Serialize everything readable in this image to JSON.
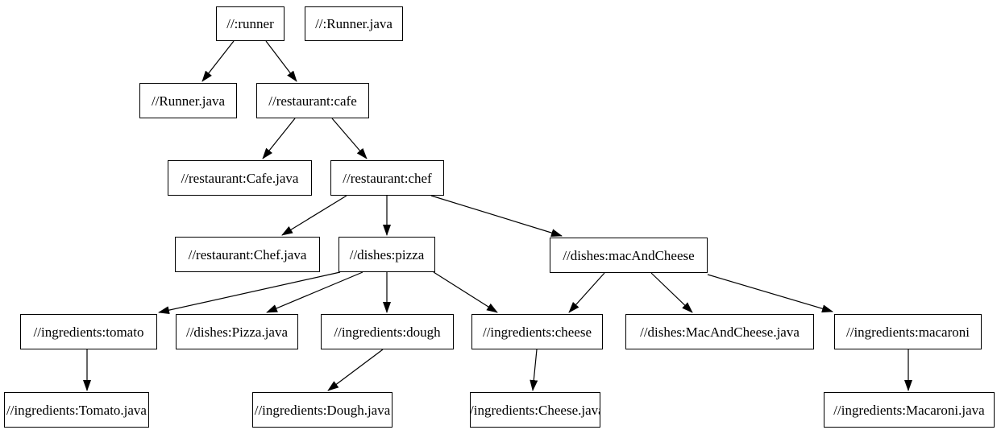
{
  "diagram": {
    "kind": "build-dependency-graph",
    "background_color": "#ffffff",
    "node_border_color": "#000000",
    "node_fill_color": "#ffffff",
    "text_color": "#000000",
    "edge_color": "#000000",
    "nodes": [
      {
        "id": "runner",
        "label": "//:runner"
      },
      {
        "id": "runner-java-target",
        "label": "//:Runner.java"
      },
      {
        "id": "runner-java-file",
        "label": "//Runner.java"
      },
      {
        "id": "cafe",
        "label": "//restaurant:cafe"
      },
      {
        "id": "cafe-java",
        "label": "//restaurant:Cafe.java"
      },
      {
        "id": "chef",
        "label": "//restaurant:chef"
      },
      {
        "id": "chef-java",
        "label": "//restaurant:Chef.java"
      },
      {
        "id": "pizza",
        "label": "//dishes:pizza"
      },
      {
        "id": "mac-and-cheese",
        "label": "//dishes:macAndCheese"
      },
      {
        "id": "tomato",
        "label": "//ingredients:tomato"
      },
      {
        "id": "pizza-java",
        "label": "//dishes:Pizza.java"
      },
      {
        "id": "dough",
        "label": "//ingredients:dough"
      },
      {
        "id": "cheese",
        "label": "//ingredients:cheese"
      },
      {
        "id": "mac-and-cheese-java",
        "label": "//dishes:MacAndCheese.java"
      },
      {
        "id": "macaroni",
        "label": "//ingredients:macaroni"
      },
      {
        "id": "tomato-java",
        "label": "//ingredients:Tomato.java"
      },
      {
        "id": "dough-java",
        "label": "//ingredients:Dough.java"
      },
      {
        "id": "cheese-java",
        "label": "//ingredients:Cheese.java"
      },
      {
        "id": "macaroni-java",
        "label": "//ingredients:Macaroni.java"
      }
    ],
    "edges": [
      {
        "from": "runner",
        "to": "runner-java-file"
      },
      {
        "from": "runner",
        "to": "cafe"
      },
      {
        "from": "cafe",
        "to": "cafe-java"
      },
      {
        "from": "cafe",
        "to": "chef"
      },
      {
        "from": "chef",
        "to": "chef-java"
      },
      {
        "from": "chef",
        "to": "pizza"
      },
      {
        "from": "chef",
        "to": "mac-and-cheese"
      },
      {
        "from": "pizza",
        "to": "tomato"
      },
      {
        "from": "pizza",
        "to": "pizza-java"
      },
      {
        "from": "pizza",
        "to": "dough"
      },
      {
        "from": "pizza",
        "to": "cheese"
      },
      {
        "from": "mac-and-cheese",
        "to": "cheese"
      },
      {
        "from": "mac-and-cheese",
        "to": "mac-and-cheese-java"
      },
      {
        "from": "mac-and-cheese",
        "to": "macaroni"
      },
      {
        "from": "tomato",
        "to": "tomato-java"
      },
      {
        "from": "dough",
        "to": "dough-java"
      },
      {
        "from": "cheese",
        "to": "cheese-java"
      },
      {
        "from": "macaroni",
        "to": "macaroni-java"
      }
    ]
  }
}
